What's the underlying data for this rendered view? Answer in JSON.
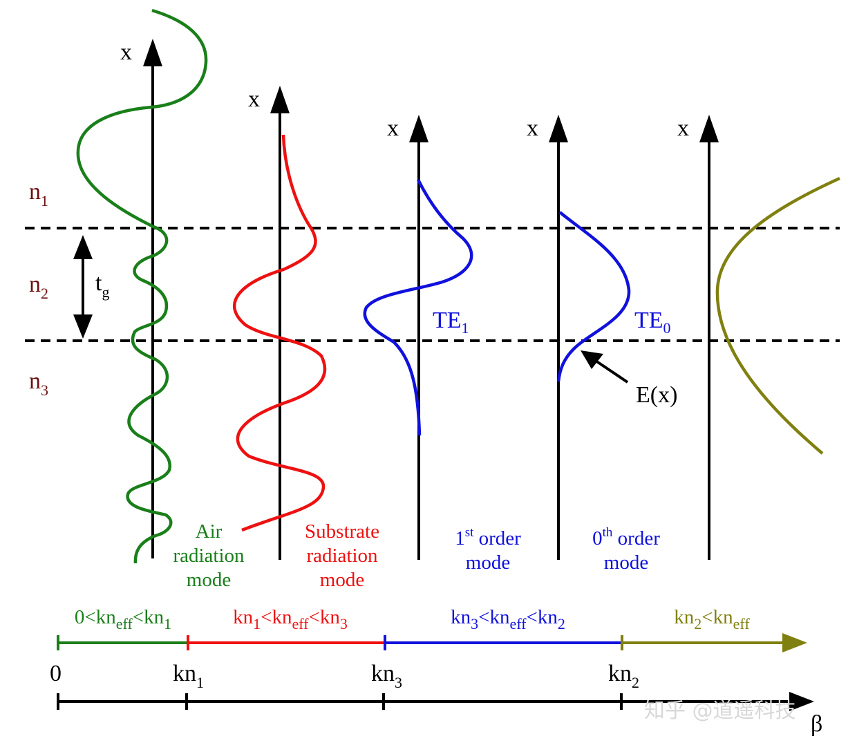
{
  "colors": {
    "black": "#000000",
    "green": "#1a7f1a",
    "red": "#ee1111",
    "blue": "#1111dd",
    "olive": "#808010",
    "layer_label": "#6b0f0f",
    "watermark": "#d8d8d8"
  },
  "axes": {
    "label": "x",
    "columns": [
      "air-radiation",
      "substrate-radiation",
      "first-order",
      "zeroth-order",
      "beyond"
    ]
  },
  "layers": [
    {
      "base": "n",
      "sub": "1"
    },
    {
      "base": "n",
      "sub": "2"
    },
    {
      "base": "n",
      "sub": "3"
    }
  ],
  "thickness": {
    "base": "t",
    "sub": "g"
  },
  "mode_labels": {
    "te1": {
      "base": "TE",
      "sub": "1"
    },
    "te0": {
      "base": "TE",
      "sub": "0"
    },
    "field": "E(x)"
  },
  "captions": {
    "air": [
      "Air",
      "radiation",
      "mode"
    ],
    "substrate": [
      "Substrate",
      "radiation",
      "mode"
    ],
    "first": {
      "num": "1",
      "sup": "st",
      "word": " order",
      "line2": "mode"
    },
    "zeroth": {
      "num": "0",
      "sup": "th",
      "word": " order",
      "line2": "mode"
    }
  },
  "ranges": {
    "r1": {
      "a": "0<kn",
      "a_sub": "eff",
      "b": "<kn",
      "b_sub": "1"
    },
    "r2": {
      "a": "kn",
      "a_sub": "1",
      "b": "<kn",
      "b_sub": "eff",
      "c": "<kn",
      "c_sub": "3"
    },
    "r3": {
      "a": "kn",
      "a_sub": "3",
      "b": "<kn",
      "b_sub": "eff",
      "c": "<kn",
      "c_sub": "2"
    },
    "r4": {
      "a": "kn",
      "a_sub": "2",
      "b": "<kn",
      "b_sub": "eff"
    }
  },
  "ticks": {
    "zero": "0",
    "kn1": {
      "base": "kn",
      "sub": "1"
    },
    "kn3": {
      "base": "kn",
      "sub": "3"
    },
    "kn2": {
      "base": "kn",
      "sub": "2"
    }
  },
  "beta_label": "β",
  "watermark": "知乎 @道遥科技"
}
